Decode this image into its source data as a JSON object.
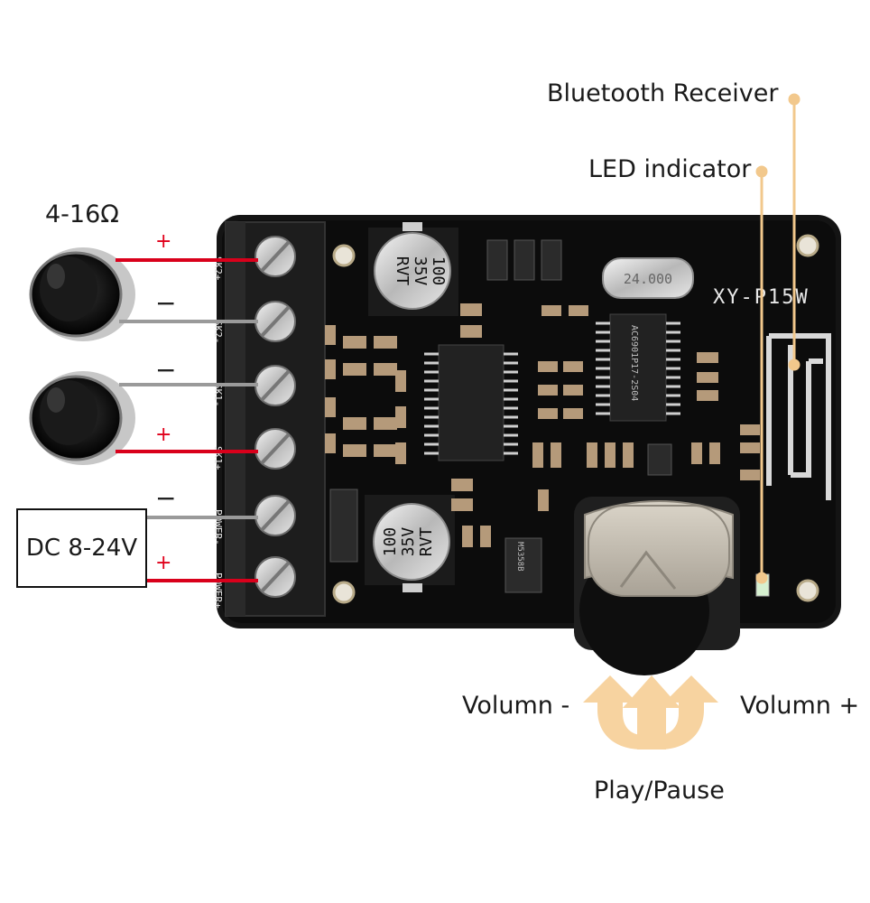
{
  "labels": {
    "impedance": "4-16Ω",
    "bluetooth_receiver": "Bluetooth Receiver",
    "led_indicator": "LED indicator",
    "power": "DC 8-24V",
    "volume_down": "Volumn -",
    "volume_up": "Volumn +",
    "play_pause": "Play/Pause"
  },
  "board": {
    "model": "XY-P15W",
    "cap_top": [
      "100",
      "35V",
      "RVT"
    ],
    "cap_bottom": [
      "100",
      "35V",
      "RVT"
    ],
    "terminal_labels": [
      "SK2+",
      "SK2-",
      "SK1-",
      "SK1+",
      "POWER-",
      "POWER+"
    ],
    "crystal": "24.000",
    "chip": "AC6901P17-2S04",
    "regulator": "M5358B"
  },
  "wire_signs": [
    "+",
    "−",
    "−",
    "+",
    "−",
    "+"
  ],
  "colors": {
    "wire_positive": "#d9001b",
    "wire_negative": "#9a9a9a",
    "annotation": "#f2c88c",
    "pcb": "#111111"
  }
}
